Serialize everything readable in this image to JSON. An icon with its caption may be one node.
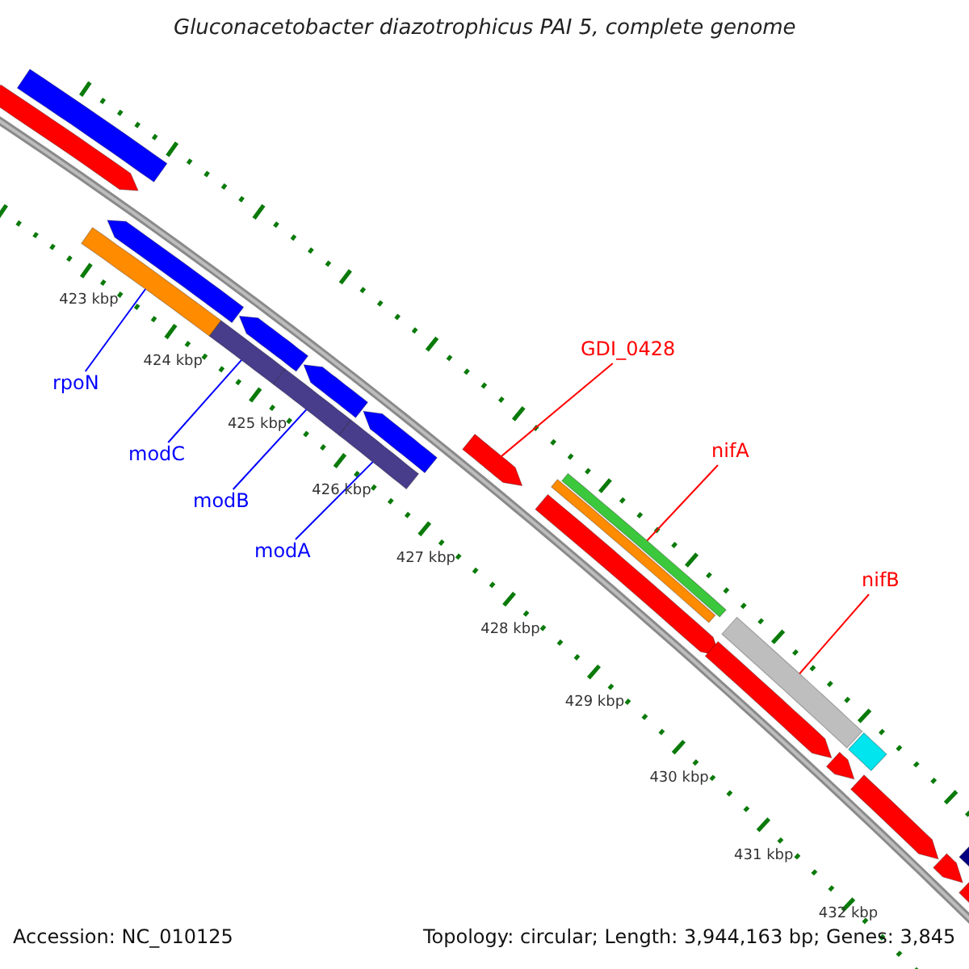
{
  "diagram": {
    "title": "Gluconacetobacter diazotrophicus PAI 5, complete genome",
    "nodes": [
      {
        "text": [
          "rpoN"
        ]
      },
      {
        "text": [
          "modC"
        ]
      },
      {
        "text": [
          "modB"
        ]
      },
      {
        "text": [
          "modA"
        ]
      },
      {
        "text": [
          "GDI_0428"
        ]
      },
      {
        "text": [
          "nifA"
        ]
      },
      {
        "text": [
          "nifB"
        ]
      },
      {
        "text": [],
        "shape": "bar"
      },
      {
        "text": [],
        "shape": "bar"
      },
      {
        "text": [],
        "shape": "bar"
      },
      {
        "text": [],
        "shape": "bar"
      },
      {
        "text": [],
        "shape": "bar"
      },
      {
        "text": [],
        "shape": "bar"
      },
      {
        "text": [],
        "shape": "bar"
      },
      {
        "text": [],
        "shape": "bar"
      },
      {
        "text": [],
        "shape": "bar"
      },
      {
        "text": [],
        "shape": "bar"
      },
      {
        "text": [],
        "shape": "bar"
      },
      {
        "text": [],
        "shape": "bar"
      },
      {
        "text": [],
        "shape": "bar"
      },
      {
        "text": [],
        "shape": "bar"
      },
      {
        "text": [],
        "shape": "bar"
      },
      {
        "text": [],
        "shape": "bar"
      },
      {
        "text": [],
        "shape": "bar"
      },
      {
        "text": [],
        "shape": "bar"
      },
      {
        "text": [],
        "shape": "bar"
      },
      {
        "text": [],
        "shape": "bar"
      },
      {
        "text": [],
        "shape": "bar"
      },
      {
        "text": [],
        "shape": "bar"
      }
    ],
    "edges": [
      {
        "from": 0,
        "to": 7,
        "arrow": "none"
      },
      {
        "from": 1,
        "to": 8,
        "arrow": "none"
      },
      {
        "from": 2,
        "to": 9,
        "arrow": "none"
      },
      {
        "from": 3,
        "to": 10,
        "arrow": "none"
      },
      {
        "from": 4,
        "to": 11,
        "arrow": "none",
        "color": "#ff0000"
      },
      {
        "from": 5,
        "to": 12,
        "arrow": "none",
        "color": "#ff0000"
      },
      {
        "from": 6,
        "to": 13,
        "arrow": "none",
        "color": "#ff0000"
      }
    ],
    "labels": [
      "423 kbp",
      "424 kbp",
      "425 kbp",
      "426 kbp",
      "427 kbp",
      "428 kbp",
      "429 kbp",
      "430 kbp",
      "431 kbp",
      "432 kbp",
      "Accession: NC_010125",
      "Topology: circular; Length: 3,944,163 bp; Genes: 3,845"
    ]
  }
}
